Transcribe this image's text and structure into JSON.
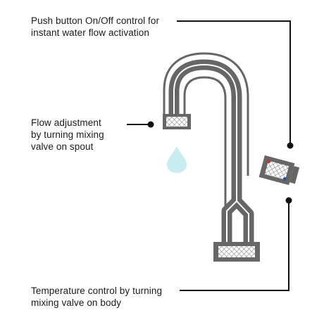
{
  "annotations": {
    "push_button": {
      "lines": [
        "Push button On/Off control for",
        "instant water flow activation"
      ]
    },
    "flow_adjustment": {
      "lines": [
        "Flow adjustment",
        "by turning mixing",
        "valve on spout"
      ]
    },
    "temperature_control": {
      "lines": [
        "Temperature control by turning",
        "mixing valve on body"
      ]
    }
  },
  "colors": {
    "tap_outline": "#666666",
    "tap_fill": "#ffffff",
    "mesh": "#8a8a8a",
    "water_drop": "#c8ecef",
    "leader_line": "#111111",
    "hot_marker": "#c0392b",
    "cold_marker": "#2d4fa3"
  }
}
